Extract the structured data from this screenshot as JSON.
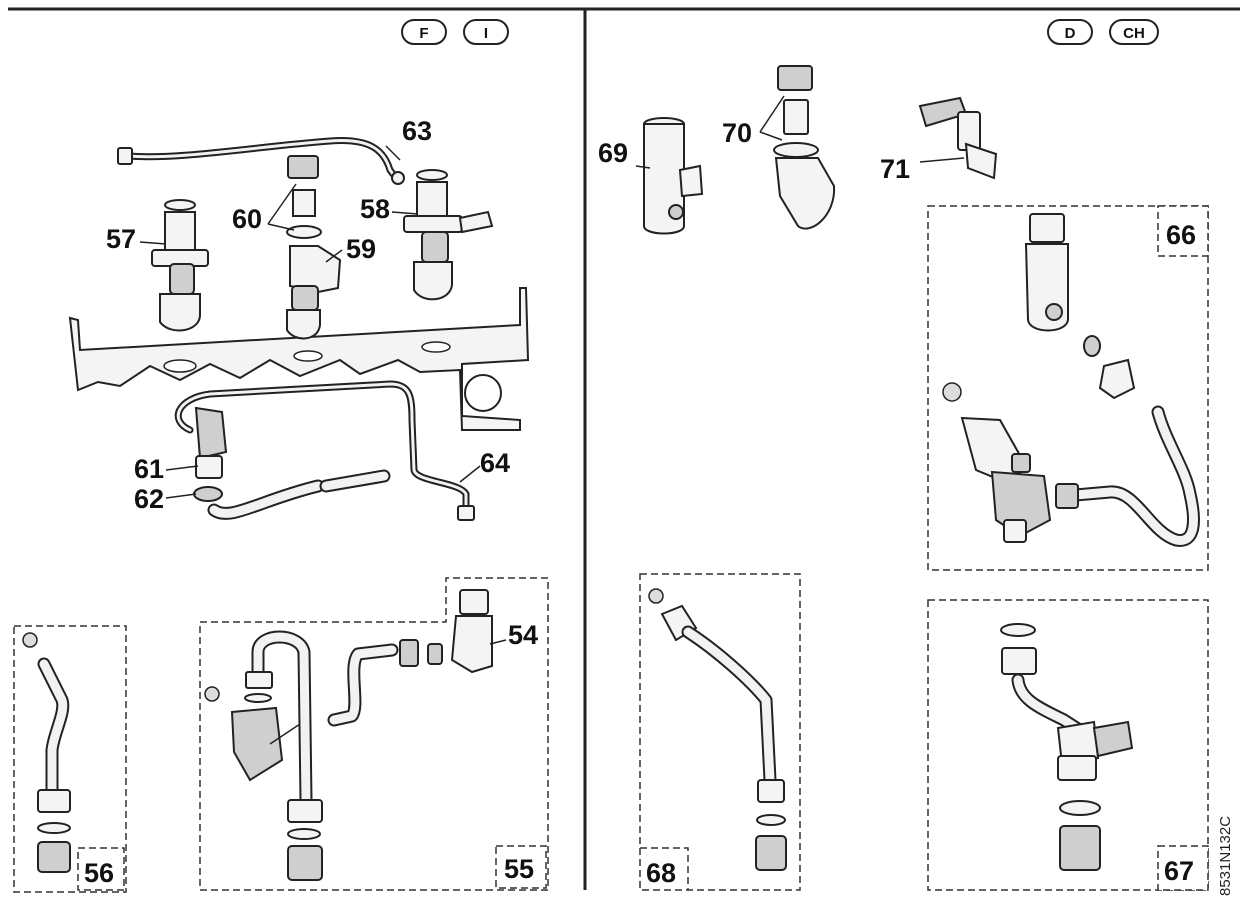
{
  "regions": {
    "left": {
      "codes": [
        "F",
        "I"
      ]
    },
    "right": {
      "codes": [
        "D",
        "CH"
      ]
    }
  },
  "callouts": [
    "54",
    "55",
    "56",
    "57",
    "58",
    "59",
    "60",
    "61",
    "62",
    "63",
    "64",
    "66",
    "67",
    "68",
    "69",
    "70",
    "71"
  ],
  "drawing_code": "8531N132C"
}
